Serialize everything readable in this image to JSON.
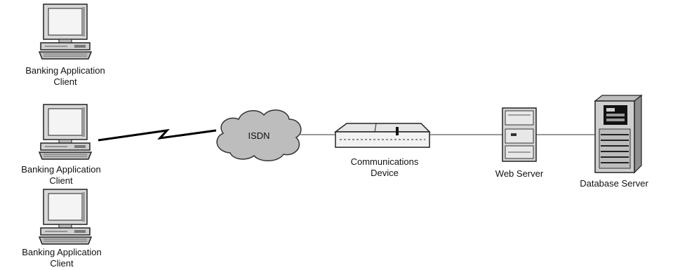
{
  "clients": [
    {
      "line1": "Banking Application",
      "line2": "Client"
    },
    {
      "line1": "Banking Application",
      "line2": "Client"
    },
    {
      "line1": "Banking Application",
      "line2": "Client"
    }
  ],
  "network": {
    "label": "ISDN"
  },
  "comm_device": {
    "line1": "Communications",
    "line2": "Device"
  },
  "web_server": {
    "label": "Web Server"
  },
  "database_server": {
    "label": "Database Server"
  }
}
